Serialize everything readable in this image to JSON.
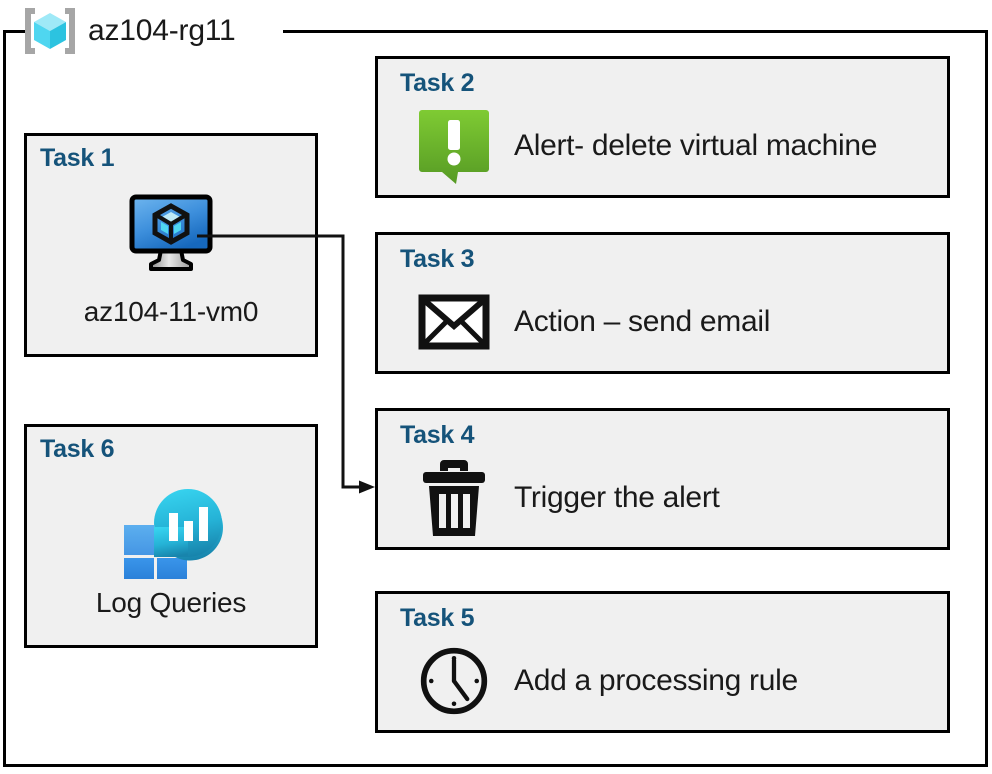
{
  "resource_group": {
    "name": "az104-rg11",
    "icon": "resource-group-icon"
  },
  "colors": {
    "task_title": "#15537a",
    "card_fill": "#f0f0f0",
    "card_border": "#000000",
    "alert_green_light": "#7dc832",
    "alert_green_dark": "#5b9e25",
    "vm_blue_light": "#5aa7e8",
    "vm_blue_dark": "#1d6fc0",
    "log_cyan": "#32c8e6",
    "log_teal": "#1a8cb4",
    "log_square_light": "#4fa3f0",
    "log_square_dark": "#2e8be0"
  },
  "tasks": [
    {
      "id": "task-1",
      "title": "Task 1",
      "label": "az104-11-vm0",
      "icon": "virtual-machine-icon"
    },
    {
      "id": "task-2",
      "title": "Task 2",
      "label": "Alert- delete virtual machine",
      "icon": "alert-callout-icon"
    },
    {
      "id": "task-3",
      "title": "Task 3",
      "label": "Action – send email",
      "icon": "envelope-icon"
    },
    {
      "id": "task-4",
      "title": "Task 4",
      "label": "Trigger the alert",
      "icon": "trash-can-icon"
    },
    {
      "id": "task-5",
      "title": "Task 5",
      "label": "Add a processing rule",
      "icon": "clock-icon"
    },
    {
      "id": "task-6",
      "title": "Task 6",
      "label": "Log Queries",
      "icon": "log-analytics-icon"
    }
  ],
  "connector": {
    "from": "task-1-virtual-machine-icon",
    "to": "task-4",
    "arrow": "arrowhead-right"
  }
}
